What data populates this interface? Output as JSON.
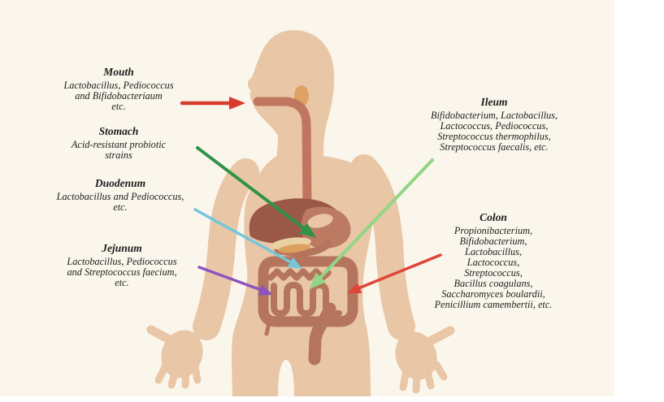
{
  "background": {
    "canvas": "#ffffff",
    "diagram": "#fbf6ec"
  },
  "palette": {
    "skin": "#e8c6a6",
    "organ": "#b5745e",
    "liver": "#9a5847",
    "stomach": "#bd7a62",
    "esophagus": "#c0755f",
    "gland": "#dfa264",
    "pancreas": "#dd9f5e",
    "pancreas_light": "#ead1a4",
    "text": "#1e1e1e"
  },
  "labels": {
    "mouth": {
      "title": "Mouth",
      "lines": [
        "Lactobacillus, Pediococcus",
        "and Bifidobacteriaum",
        "etc."
      ],
      "arrow_color": "#d63c2e"
    },
    "stomach": {
      "title": "Stomach",
      "lines": [
        "Acid-resistant probiotic",
        "strains"
      ],
      "arrow_color": "#2f9247"
    },
    "duodenum": {
      "title": "Duodenum",
      "lines": [
        "Lactobacillus and Pediococcus,",
        "etc."
      ],
      "arrow_color": "#74c6d8"
    },
    "jejunum": {
      "title": "Jejunum",
      "lines": [
        "Lactobacillus, Pediococcus",
        "and Streptococcus faecium,",
        "etc."
      ],
      "arrow_color": "#8d53bd"
    },
    "ileum": {
      "title": "Ileum",
      "lines": [
        "Bifidobacterium, Lactobacillus,",
        "Lactococcus, Pediococcus,",
        "Streptococcus thermophilus,",
        "Streptococcus faecalis, etc."
      ],
      "arrow_color": "#92d584"
    },
    "colon": {
      "title": "Colon",
      "lines": [
        "Propionibacterium,",
        "Bifidobacterium,",
        "Lactobacillus,",
        "Lactococcus,",
        "Streptococcus,",
        "Bacillus coagulans,",
        "Saccharomyces boulardii,",
        "Penicillium camembertii, etc."
      ],
      "arrow_color": "#e0453a"
    }
  }
}
